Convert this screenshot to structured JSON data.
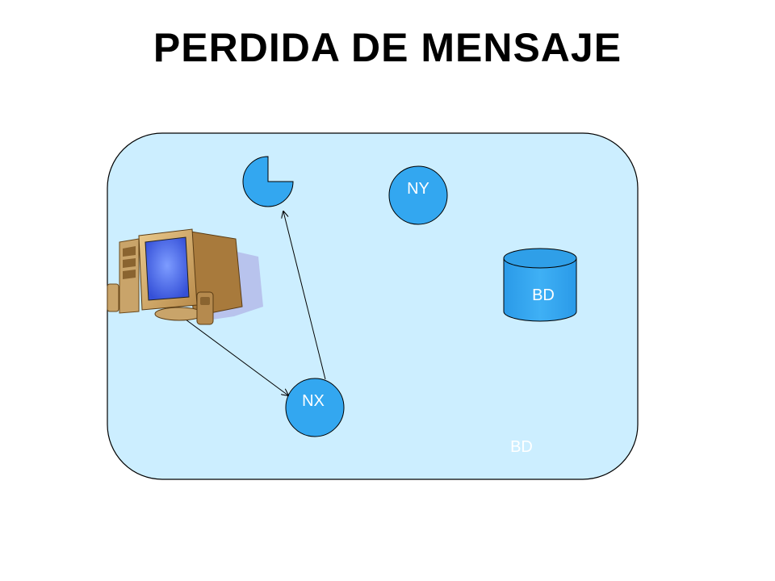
{
  "title": "PERDIDA DE MENSAJE",
  "nodes": {
    "ny": "NY",
    "nx": "NX",
    "database": "BD",
    "region_label": "BD"
  },
  "colors": {
    "region_fill": "#cceeff",
    "node_fill": "#33a7f0",
    "region_label": "#ffffff",
    "node_label": "#ffffff"
  },
  "icons": [
    "computer-icon",
    "pie-chart-icon",
    "database-icon"
  ]
}
